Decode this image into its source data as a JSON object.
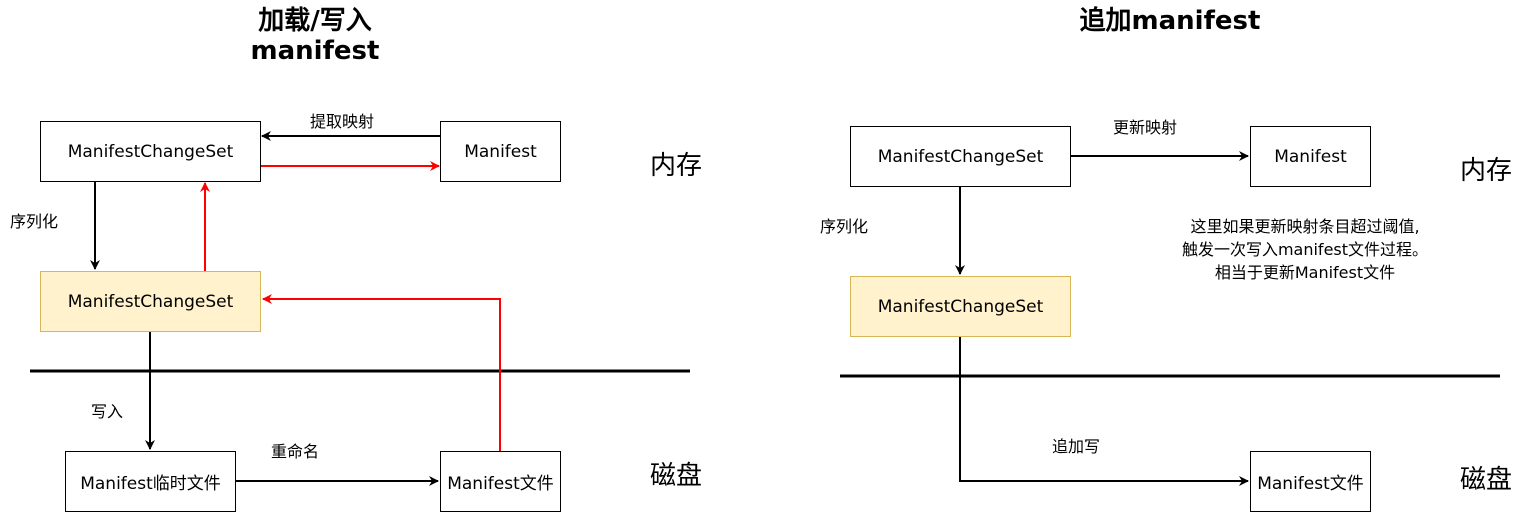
{
  "left": {
    "title_line1": "加载/写入",
    "title_line2": "manifest",
    "box_changeset": "ManifestChangeSet",
    "box_manifest": "Manifest",
    "box_changeset_serialized": "ManifestChangeSet",
    "box_temp_file": "Manifest临时文件",
    "box_manifest_file": "Manifest文件",
    "label_extract": "提取映射",
    "label_serialize": "序列化",
    "label_write": "写入",
    "label_rename": "重命名",
    "zone_memory": "内存",
    "zone_disk": "磁盘"
  },
  "right": {
    "title": "追加manifest",
    "box_changeset": "ManifestChangeSet",
    "box_manifest": "Manifest",
    "box_changeset_serialized": "ManifestChangeSet",
    "box_manifest_file": "Manifest文件",
    "label_update": "更新映射",
    "label_serialize": "序列化",
    "label_append": "追加写",
    "zone_memory": "内存",
    "zone_disk": "磁盘",
    "note_lines": [
      "这里如果更新映射条目超过阈值,",
      "触发一次写入manifest文件过程。",
      "相当于更新Manifest文件"
    ]
  },
  "colors": {
    "black_arrow": "#000000",
    "red_arrow": "#ff0000",
    "memory_box_fill": "#fff2cc",
    "memory_box_border": "#d6b656"
  }
}
